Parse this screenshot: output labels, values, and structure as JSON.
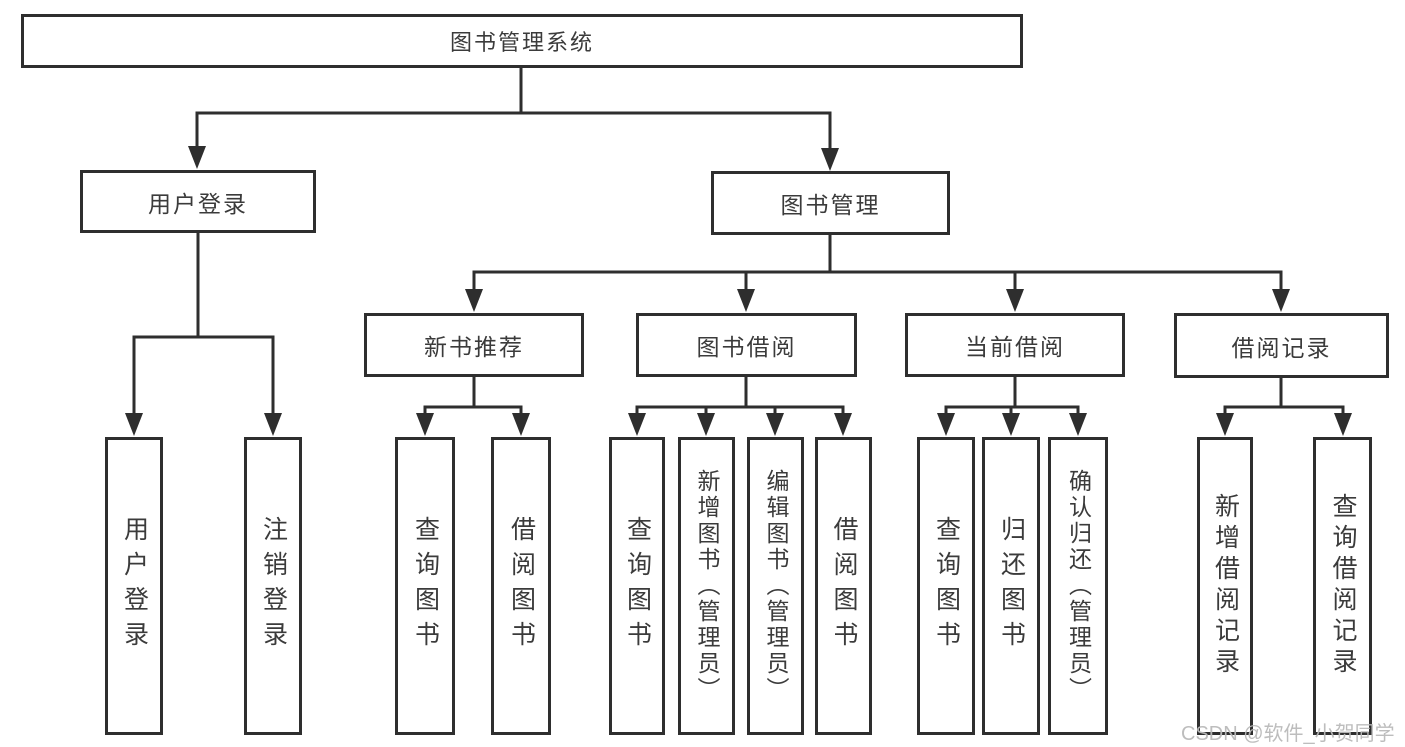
{
  "nodes": {
    "root": {
      "label": "图书管理系统"
    },
    "user_login": {
      "label": "用户登录"
    },
    "book_management": {
      "label": "图书管理"
    },
    "new_book_recommend": {
      "label": "新书推荐"
    },
    "book_borrow": {
      "label": "图书借阅"
    },
    "current_borrow": {
      "label": "当前借阅"
    },
    "borrow_records": {
      "label": "借阅记录"
    },
    "leaf_user_login": {
      "label": "用户登录"
    },
    "leaf_logout": {
      "label": "注销登录"
    },
    "nbr_query_books": {
      "label": "查询图书"
    },
    "nbr_borrow_books": {
      "label": "借阅图书"
    },
    "bb_query_books": {
      "label": "查询图书"
    },
    "bb_add_books": {
      "label": "新增图书（管理员）"
    },
    "bb_edit_books": {
      "label": "编辑图书（管理员）"
    },
    "bb_borrow_books": {
      "label": "借阅图书"
    },
    "cb_query_books": {
      "label": "查询图书"
    },
    "cb_return_books": {
      "label": "归还图书"
    },
    "cb_confirm_return": {
      "label": "确认归还（管理员）"
    },
    "br_add_record": {
      "label": "新增借阅记录"
    },
    "br_query_record": {
      "label": "查询借阅记录"
    }
  },
  "hierarchy": [
    [
      "root",
      "user_login"
    ],
    [
      "root",
      "book_management"
    ],
    [
      "user_login",
      "leaf_user_login"
    ],
    [
      "user_login",
      "leaf_logout"
    ],
    [
      "book_management",
      "new_book_recommend"
    ],
    [
      "book_management",
      "book_borrow"
    ],
    [
      "book_management",
      "current_borrow"
    ],
    [
      "book_management",
      "borrow_records"
    ],
    [
      "new_book_recommend",
      "nbr_query_books"
    ],
    [
      "new_book_recommend",
      "nbr_borrow_books"
    ],
    [
      "book_borrow",
      "bb_query_books"
    ],
    [
      "book_borrow",
      "bb_add_books"
    ],
    [
      "book_borrow",
      "bb_edit_books"
    ],
    [
      "book_borrow",
      "bb_borrow_books"
    ],
    [
      "current_borrow",
      "cb_query_books"
    ],
    [
      "current_borrow",
      "cb_return_books"
    ],
    [
      "current_borrow",
      "cb_confirm_return"
    ],
    [
      "borrow_records",
      "br_add_record"
    ],
    [
      "borrow_records",
      "br_query_record"
    ]
  ],
  "watermark": {
    "text": "CSDN @软件_小贺同学",
    "color": "#b9b9b9"
  },
  "colors": {
    "line": "#2e2e2e",
    "text": "#3b3b3b",
    "background": "#ffffff"
  }
}
